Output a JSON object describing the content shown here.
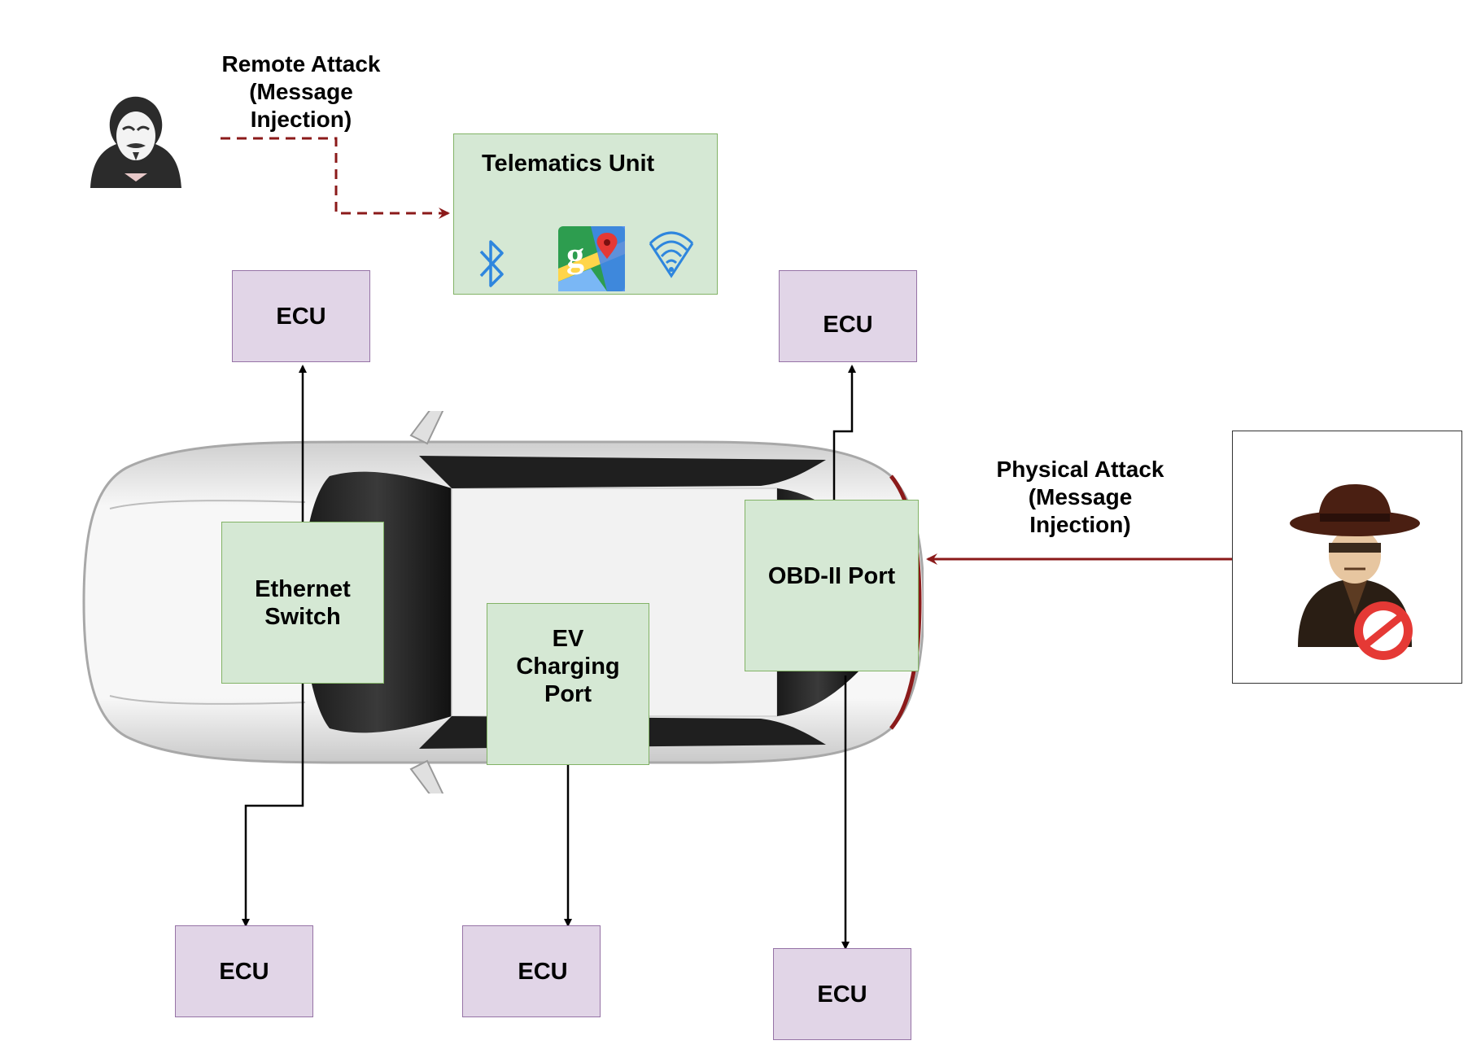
{
  "remote_attack": {
    "label": "Remote Attack\n(Message\nInjection)"
  },
  "physical_attack": {
    "label": "Physical Attack\n(Message\nInjection)"
  },
  "telematics_unit": {
    "title": "Telematics Unit",
    "icons": [
      "bluetooth-icon",
      "google-maps-icon",
      "wifi-icon"
    ]
  },
  "nodes": {
    "ethernet_switch": "Ethernet\nSwitch",
    "ev_charging_port": "EV\nCharging\nPort",
    "obd_port": "OBD-II Port",
    "ecu_top_left": "ECU",
    "ecu_top_right": "ECU",
    "ecu_bottom_left": "ECU",
    "ecu_bottom_middle": "ECU",
    "ecu_bottom_right": "ECU"
  },
  "colors": {
    "node_fill": "#d5e8d4",
    "node_stroke": "#82b366",
    "ecu_fill": "#e1d5e7",
    "ecu_stroke": "#9673a6",
    "attack_arrow": "#8b1a1a",
    "connector": "#000000"
  },
  "icons": {
    "hacker": "anonymous-hacker-icon",
    "intruder": "spy-intruder-icon",
    "car": "car-top-view"
  }
}
